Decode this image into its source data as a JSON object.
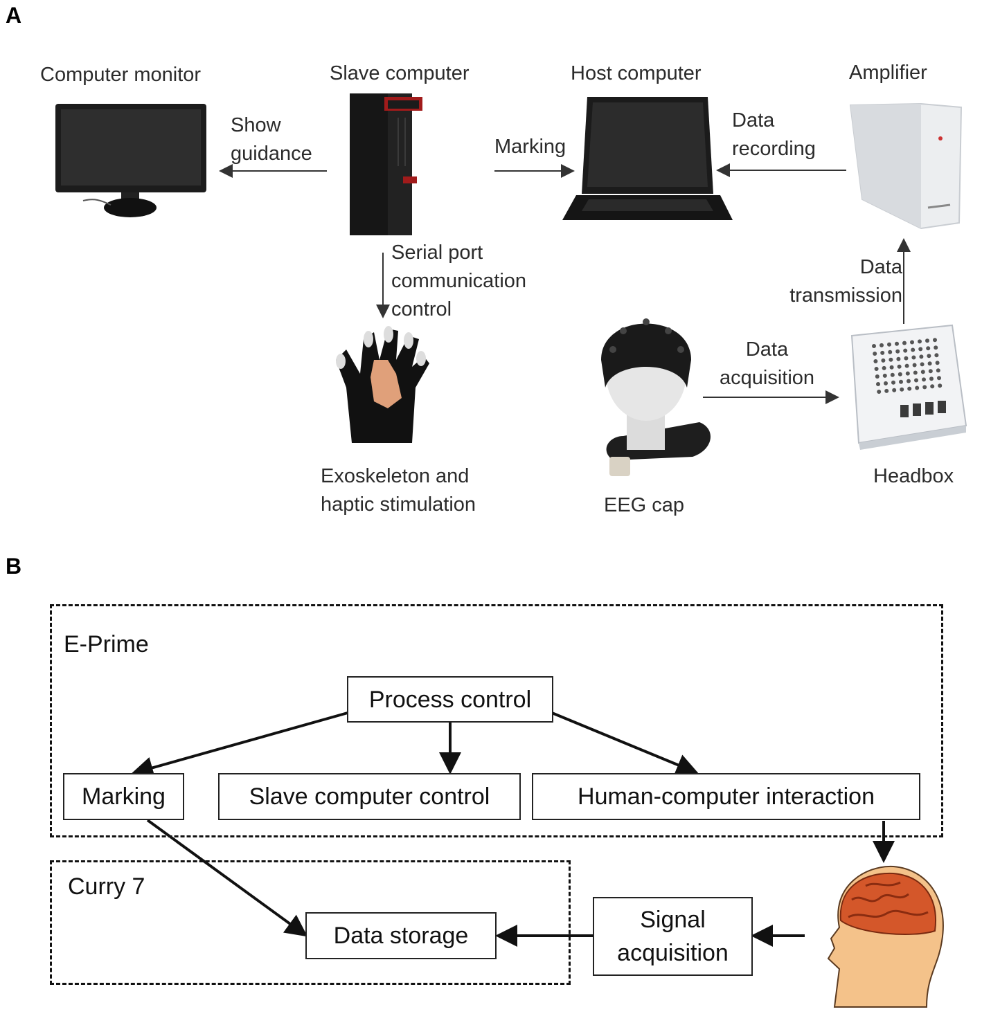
{
  "panel_a": {
    "tag": "A",
    "devices": {
      "computer_monitor": "Computer monitor",
      "slave_computer": "Slave computer",
      "host_computer": "Host computer",
      "amplifier": "Amplifier",
      "exoskeleton": "Exoskeleton and haptic stimulation",
      "eeg_cap": "EEG cap",
      "headbox": "Headbox"
    },
    "links": {
      "show_guidance": "Show guidance",
      "marking": "Marking",
      "data_recording": "Data recording",
      "serial_port": "Serial port communication control",
      "data_transmission": "Data transmission",
      "data_acquisition": "Data acquisition"
    }
  },
  "panel_b": {
    "tag": "B",
    "groups": {
      "eprime": "E-Prime",
      "curry": "Curry 7"
    },
    "nodes": {
      "process_control": "Process control",
      "marking": "Marking",
      "slave_computer_control": "Slave computer control",
      "human_computer_interaction": "Human-computer interaction",
      "data_storage": "Data storage",
      "signal_acquisition": "Signal acquisition"
    }
  },
  "colors": {
    "brain": "#d4572a",
    "head": "#f4c28a",
    "device_dark": "#1b1b1b",
    "device_light": "#eceef0"
  }
}
